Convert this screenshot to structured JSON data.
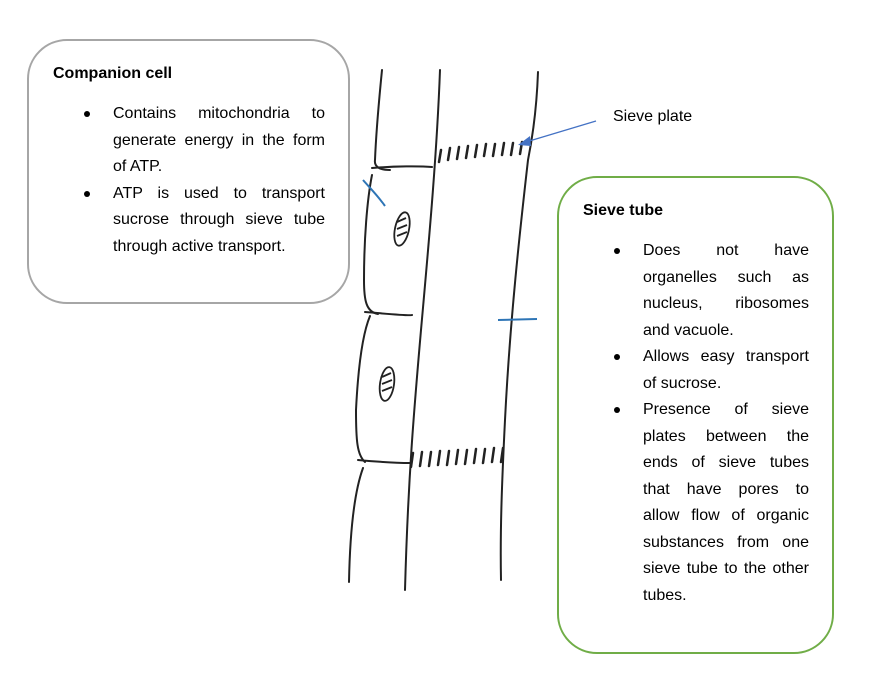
{
  "companion_cell": {
    "title": "Companion cell",
    "bullets": [
      "Contains mitochondria to generate energy in the form of ATP.",
      "ATP is used to transport sucrose through sieve tube through active transport."
    ]
  },
  "sieve_tube": {
    "title": "Sieve tube",
    "bullets": [
      "Does not have organelles such as nucleus, ribosomes and vacuole.",
      "Allows easy transport of sucrose.",
      "Presence of sieve plates between the ends of sieve tubes that have pores to allow flow of organic substances from one sieve tube to the other tubes."
    ]
  },
  "annotation": {
    "sieve_plate_label": "Sieve plate"
  },
  "colors": {
    "companion_border": "#a6a6a6",
    "sieve_border": "#70ad47",
    "arrow": "#4472c4",
    "blue_marks": "#2e75b6"
  }
}
